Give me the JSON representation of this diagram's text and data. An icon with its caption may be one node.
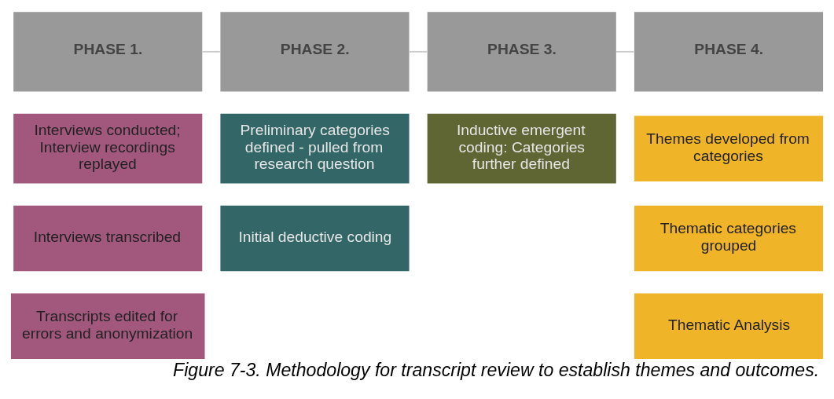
{
  "diagram": {
    "caption": "Figure 7-3. Methodology for transcript review to establish themes and outcomes.",
    "nodes": [
      {
        "text": [
          "PHASE 1."
        ]
      },
      {
        "text": [
          "PHASE 2."
        ]
      },
      {
        "text": [
          "PHASE 3."
        ]
      },
      {
        "text": [
          "PHASE 4."
        ]
      },
      {
        "text": [
          "Interviews conducted; Interview recordings replayed"
        ]
      },
      {
        "text": [
          "Interviews transcribed"
        ]
      },
      {
        "text": [
          "Transcripts edited for errors and anonymization"
        ]
      },
      {
        "text": [
          "Preliminary categories defined - pulled from research question"
        ]
      },
      {
        "text": [
          "Initial deductive coding"
        ]
      },
      {
        "text": [
          "Inductive emergent coding: Categories further defined"
        ]
      },
      {
        "text": [
          "Themes developed from categories"
        ]
      },
      {
        "text": [
          "Thematic categories grouped"
        ]
      },
      {
        "text": [
          "Thematic Analysis"
        ]
      }
    ],
    "edges": [
      {
        "from": 0,
        "to": 1,
        "arrow": "none"
      },
      {
        "from": 1,
        "to": 2,
        "arrow": "none"
      },
      {
        "from": 2,
        "to": 3,
        "arrow": "none"
      }
    ]
  }
}
